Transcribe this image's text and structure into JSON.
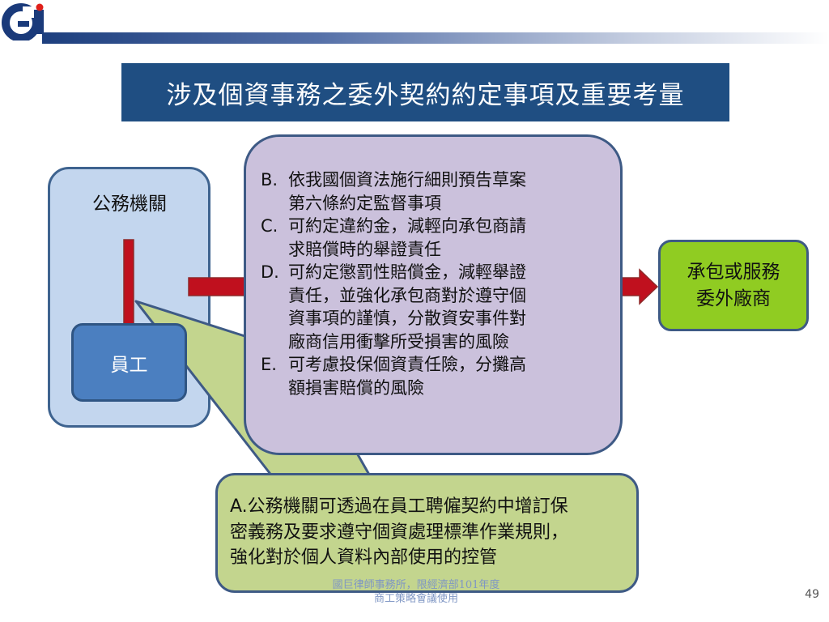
{
  "title": "涉及個資事務之委外契約約定事項及重要考量",
  "agency": {
    "label": "公務機關",
    "employee_label": "員工"
  },
  "main_items": [
    {
      "marker": "B.",
      "lines": [
        "依我國個資法施行細則預告草案",
        "第六條約定監督事項"
      ]
    },
    {
      "marker": "C.",
      "lines": [
        "可約定違約金，減輕向承包商請",
        "求賠償時的舉證責任"
      ]
    },
    {
      "marker": "D.",
      "lines": [
        "可約定懲罰性賠償金，減輕舉證",
        "責任，並強化承包商對於遵守個",
        "資事項的謹慎，分散資安事件對",
        "廠商信用衝擊所受損害的風險"
      ]
    },
    {
      "marker": "E.",
      "lines": [
        "可考慮投保個資責任險，分攤高",
        "額損害賠償的風險"
      ]
    }
  ],
  "vendor": {
    "line1": "承包或服務",
    "line2": "委外廠商"
  },
  "callout": {
    "lines": [
      "A.公務機關可透過在員工聘僱契約中增訂保",
      "密義務及要求遵守個資處理標準作業規則，",
      "強化對於個人資料內部使用的控管"
    ]
  },
  "footer": {
    "line1": "國巨律師事務所，限經濟部101年度",
    "line2": "商工策略會議使用"
  },
  "page_number": "49",
  "colors": {
    "title_bg": "#1f4e82",
    "arrow": "#c0101e",
    "vendor_bg": "#90cc22",
    "callout_bg": "#c3d58e",
    "main_bg": "#cbc1dc",
    "agency_bg": "#c3d6ee",
    "employee_bg": "#4b7fc0"
  }
}
